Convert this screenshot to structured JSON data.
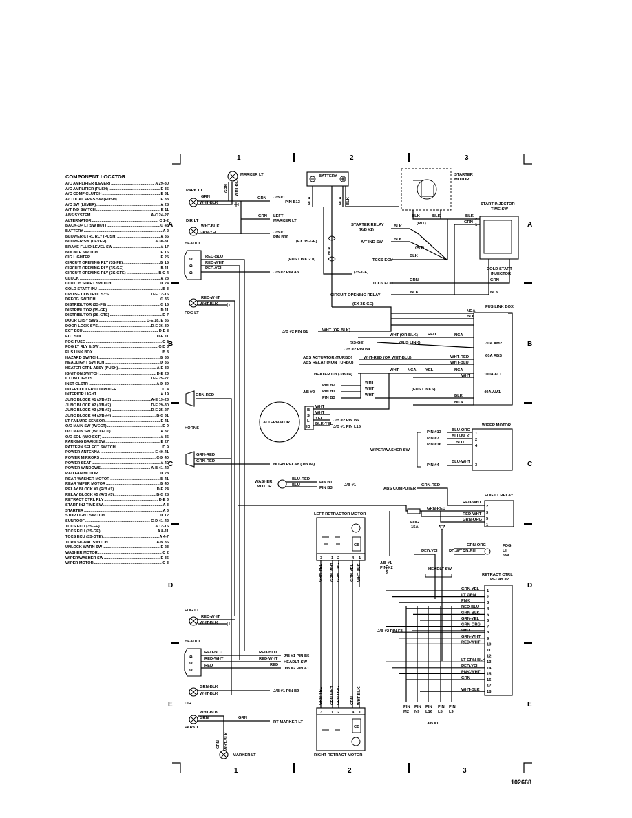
{
  "locator": {
    "title": "COMPONENT LOCATOR:",
    "items": [
      {
        "name": "A/C AMPLIFIER (LEVER)",
        "loc": "A 29-30"
      },
      {
        "name": "A/C AMPLIFIER (PUSH)",
        "loc": "E 35"
      },
      {
        "name": "A/C COMP CLUTCH",
        "loc": "E 31"
      },
      {
        "name": "A/C DUAL PRES SW (PUSH)",
        "loc": "E 33"
      },
      {
        "name": "A/C SW (LEVER)",
        "loc": "A 28"
      },
      {
        "name": "A/T IND SWITCH",
        "loc": "E 11"
      },
      {
        "name": "ABS SYSTEM",
        "loc": "A-C 24-27"
      },
      {
        "name": "ALTERNATOR",
        "loc": "C 1-2"
      },
      {
        "name": "BACK-UP LT SW (M/T)",
        "loc": "C 43"
      },
      {
        "name": "BATTERY",
        "loc": "A 2"
      },
      {
        "name": "BLOWER CTRL RLY (PUSH)",
        "loc": "A 35"
      },
      {
        "name": "BLOWER SW (LEVER)",
        "loc": "A 30-31"
      },
      {
        "name": "BRAKE FLUID LEVEL SW",
        "loc": "A 17"
      },
      {
        "name": "BUCKLE SWITCH",
        "loc": "E 16"
      },
      {
        "name": "CIG LIGHTER",
        "loc": "E 25"
      },
      {
        "name": "CIRCUIT OPENING RLY (3S-FE)",
        "loc": "B 15"
      },
      {
        "name": "CIRCUIT OPENING RLY (3S-GE)",
        "loc": "B 11"
      },
      {
        "name": "CIRCUIT OPENING RLY (3S-GTE)",
        "loc": "B-C 4"
      },
      {
        "name": "CLOCK",
        "loc": "A 23"
      },
      {
        "name": "CLUTCH START SWITCH",
        "loc": "D 24"
      },
      {
        "name": "COLD START INJ",
        "loc": "B 3"
      },
      {
        "name": "CRUISE CONTROL SYS",
        "loc": "D-E 12-15"
      },
      {
        "name": "DEFOG SWITCH",
        "loc": "C 36"
      },
      {
        "name": "DISTRIBUTOR (3S-FE)",
        "loc": "C 15"
      },
      {
        "name": "DISTRIBUTOR (3S-GE)",
        "loc": "D 11"
      },
      {
        "name": "DISTRIBUTOR (3S-GTE)",
        "loc": "D 7"
      },
      {
        "name": "DOOR CTSY SWS",
        "loc": "D-E 18, E 36"
      },
      {
        "name": "DOOR LOCK SYS",
        "loc": "D-E 36-39"
      },
      {
        "name": "ECT ECU",
        "loc": "D-E 8"
      },
      {
        "name": "ECT SOL",
        "loc": "D-E 11"
      },
      {
        "name": "FOG FUSE",
        "loc": "C 3"
      },
      {
        "name": "FOG LT RLY & SW",
        "loc": "C-D 3"
      },
      {
        "name": "FUS LINK BOX",
        "loc": "B 3"
      },
      {
        "name": "HAZARD SWITCH",
        "loc": "B 36"
      },
      {
        "name": "HEADLIGHT SWITCH",
        "loc": "D 36"
      },
      {
        "name": "HEATER CTRL ASSY (PUSH)",
        "loc": "A-E 32"
      },
      {
        "name": "IGNITION SWITCH",
        "loc": "D-E 23"
      },
      {
        "name": "ILLUM LIGHTS",
        "loc": "D-E 25-27"
      },
      {
        "name": "INST CLSTR",
        "loc": "A-D 39"
      },
      {
        "name": "INTERCOOLER COMPUTER",
        "loc": "D 4"
      },
      {
        "name": "INTERIOR LIGHT",
        "loc": "A 19"
      },
      {
        "name": "JUNC BLOCK #1 (J/B #1)",
        "loc": "A-E 19-23"
      },
      {
        "name": "JUNC BLOCK #2 (J/B #2)",
        "loc": "D-E 29-30"
      },
      {
        "name": "JUNC BLOCK #3 (J/B #3)",
        "loc": "D-E 25-27"
      },
      {
        "name": "JUNC BLOCK #4 (J/B #4)",
        "loc": "B-C 31"
      },
      {
        "name": "LT FAILURE SENSOR",
        "loc": "E 41"
      },
      {
        "name": "O/D MAIN SW (W/ECT)",
        "loc": "D 9"
      },
      {
        "name": "O/D MAIN SW (W/O ECT)",
        "loc": "A 37"
      },
      {
        "name": "O/D SOL (W/O ECT)",
        "loc": "A 36"
      },
      {
        "name": "PARKING BRAKE SW",
        "loc": "E 27"
      },
      {
        "name": "PATTERN SELECT SWITCH",
        "loc": "D 9"
      },
      {
        "name": "POWER ANTENNA",
        "loc": "E 40-41"
      },
      {
        "name": "POWER MIRRORS",
        "loc": "C-D 40"
      },
      {
        "name": "POWER SEAT",
        "loc": "A 40"
      },
      {
        "name": "POWER WINDOWS",
        "loc": "A-B 41-42"
      },
      {
        "name": "RAD FAN MOTOR",
        "loc": "D 28"
      },
      {
        "name": "REAR WASHER MOTOR",
        "loc": "B 41"
      },
      {
        "name": "REAR WIPER MOTOR",
        "loc": "B 40"
      },
      {
        "name": "RELAY BLOCK #1 (R/B #1)",
        "loc": "D-E 24"
      },
      {
        "name": "RELAY BLOCK #5 (R/B #5)",
        "loc": "B-C 28"
      },
      {
        "name": "RETRACT CTRL RLY",
        "loc": "D-E 3"
      },
      {
        "name": "START INJ TIME SW",
        "loc": "A 3"
      },
      {
        "name": "STARTER",
        "loc": "A 3"
      },
      {
        "name": "STOP LIGHT SWITCH",
        "loc": "D 12"
      },
      {
        "name": "SUNROOF",
        "loc": "C-D 41-42"
      },
      {
        "name": "TCCS ECU (3S-FE)",
        "loc": "A 12-15"
      },
      {
        "name": "TCCS ECU (3S-GE)",
        "loc": "A 8-11"
      },
      {
        "name": "TCCS ECU (3S-GTE)",
        "loc": "A 4-7"
      },
      {
        "name": "TURN SIGNAL SWITCH",
        "loc": "A-B 36"
      },
      {
        "name": "UNLOCK WARN SW",
        "loc": "E 23"
      },
      {
        "name": "WASHER MOTOR",
        "loc": "C 2"
      },
      {
        "name": "WIPER/WASHER SW",
        "loc": "E 36"
      },
      {
        "name": "WIPER MOTOR",
        "loc": "C 3"
      }
    ]
  },
  "grid": {
    "columns": [
      "1",
      "2",
      "3"
    ],
    "rows": [
      "A",
      "B",
      "C",
      "D",
      "E"
    ],
    "figure_number": "102668"
  },
  "labels": {
    "marker_lt": "MARKER LT",
    "park_lt": "PARK LT",
    "battery": "BATTERY",
    "starter_motor": "STARTER\nMOTOR",
    "jb1_pin_b13": "J/B #1\nPIN B13",
    "left_marker_lt": "LEFT\nMARKER LT",
    "dir_lt": "DIR LT",
    "jb1_pin_b10": "J/B #1\nPIN B10",
    "start_injector_time_sw": "START INJECTOR\nTIME SW",
    "starter_relay": "STARTER RELAY",
    "rb1": "(R/B #1)",
    "mt": "(M/T)",
    "at_ind_sw": "A/T IND SW",
    "at": "(A/T)",
    "headlt": "HEADLT",
    "ex_3s_ge": "(EX 3S-GE)",
    "fus_link_20": "(FUS LINK 2.0)",
    "3s_ge": "(3S-GE)",
    "jb2_pin_a3": "J/B #2 PIN A3",
    "tccs_ecu": "TCCS ECU",
    "cold_start_injector": "COLD START\nINJECTOR",
    "circuit_opening_relay": "CIRCUIT OPENING RELAY",
    "fog_lt": "FOG LT",
    "fus_link_box": "FUS LINK BOX",
    "jb2_pin_b1": "J/B #2 PIN B1",
    "wht_or_blk": "WHT (OR BLK)",
    "fus_link": "(FUS LINK)",
    "jb2_pin_b4": "J/B #2 PIN B4",
    "abs_actuator": "ABS ACTUATOR (TURBO)",
    "abs_relay": "ABS RELAY (NON TURBO)",
    "wht_red_or_wht_blu": "WHT-RED (OR WHT-BLU)",
    "heater_cb": "HEATER CB (J/B #4)",
    "fus_links": "(FUS LINKS)",
    "jb2": "J/B #2",
    "pin_b2": "PIN B2",
    "pin_h1": "PIN H1",
    "pin_b3": "PIN B3",
    "fuse_30a_am2": "30A AM2",
    "fuse_60a_abs": "60A ABS",
    "fuse_100a_alt": "100A ALT",
    "fuse_40a_am1": "40A AM1",
    "alternator": "ALTERNATOR",
    "jb2_pin_b6": "J/B #2 PIN B6",
    "jb1_pin_l15": "J/B #1 PIN L15",
    "horns": "HORNS",
    "horn_relay": "HORN RELAY (J/B #4)",
    "wiper_motor": "WIPER MOTOR",
    "wiper_washer_sw": "WIPER/WASHER SW",
    "pin_13": "PIN #13",
    "pin_7": "PIN #7",
    "pin_16": "PIN #16",
    "pin_4": "PIN #4",
    "washer_motor": "WASHER\nMOTOR",
    "pin_b1": "PIN B1",
    "pin_b3b": "PIN B3",
    "jb1": "J/B #1",
    "abs_computer": "ABS COMPUTER",
    "fog_lt_relay": "FOG LT RELAY",
    "fog_15a": "FOG\n15A",
    "left_retractor_motor": "LEFT RETRACTOR MOTOR",
    "jb1_pin_k2": "J/B #1\nPIN K2",
    "fog_lt_sw": "FOG\nLT\nSW",
    "headlt_sw": "HEADLT SW",
    "retract_ctrl_relay": "RETRACT CTRL\nRELAY #2",
    "jb2_pin_f8": "J/B #2 PIN F8",
    "jb1_pin_b5": "J/B #1 PIN B5",
    "headlt_sw2": "HEADLT SW",
    "jb2_pin_a1": "J/B #2 PIN A1",
    "jb1_pin_b9": "J/B #1 PIN B9",
    "rt_marker_lt": "RT MARKER LT",
    "right_retract_motor": "RIGHT RETRACT MOTOR",
    "jb1_pins": [
      "PIN\nM2",
      "PIN\nN9",
      "PIN\nL16",
      "PIN\nL5",
      "PIN\nL9"
    ],
    "cb": "CB",
    "nca": "NCA"
  },
  "wire_colors": {
    "grn": "GRN",
    "wht_blk": "WHT-BLK",
    "blk": "BLK",
    "grn_yel": "GRN-YEL",
    "red_blu": "RED-BLU",
    "red_wht": "RED-WHT",
    "red_yel": "RED-YEL",
    "grn_red": "GRN-RED",
    "blu_org": "BLU-ORG",
    "blu_blk": "BLU-BLK",
    "blu": "BLU",
    "blu_wht": "BLU-WHT",
    "blu_red": "BLU-RED",
    "red": "RED",
    "grn_org": "GRN-ORG",
    "rd_bu": "RD-BU",
    "rd_wt": "RD-WT",
    "lt_grn": "LT GRN",
    "pnk": "PNK",
    "grn_blk": "GRN-BLK",
    "wht": "WHT",
    "grn_wht": "GRN-WHT",
    "lt_grn_blk": "LT GRN-BLK",
    "pnk_wht": "PNK-WHT",
    "wht_red": "WHT-RED",
    "wht_blu": "WHT-BLU",
    "yel": "YEL",
    "blk_yel": "BLK-YEL"
  },
  "relay_pins": [
    "1",
    "2",
    "3",
    "4",
    "5",
    "6",
    "7",
    "8",
    "9",
    "10",
    "11",
    "12",
    "13",
    "14",
    "15",
    "16",
    "17",
    "18"
  ]
}
